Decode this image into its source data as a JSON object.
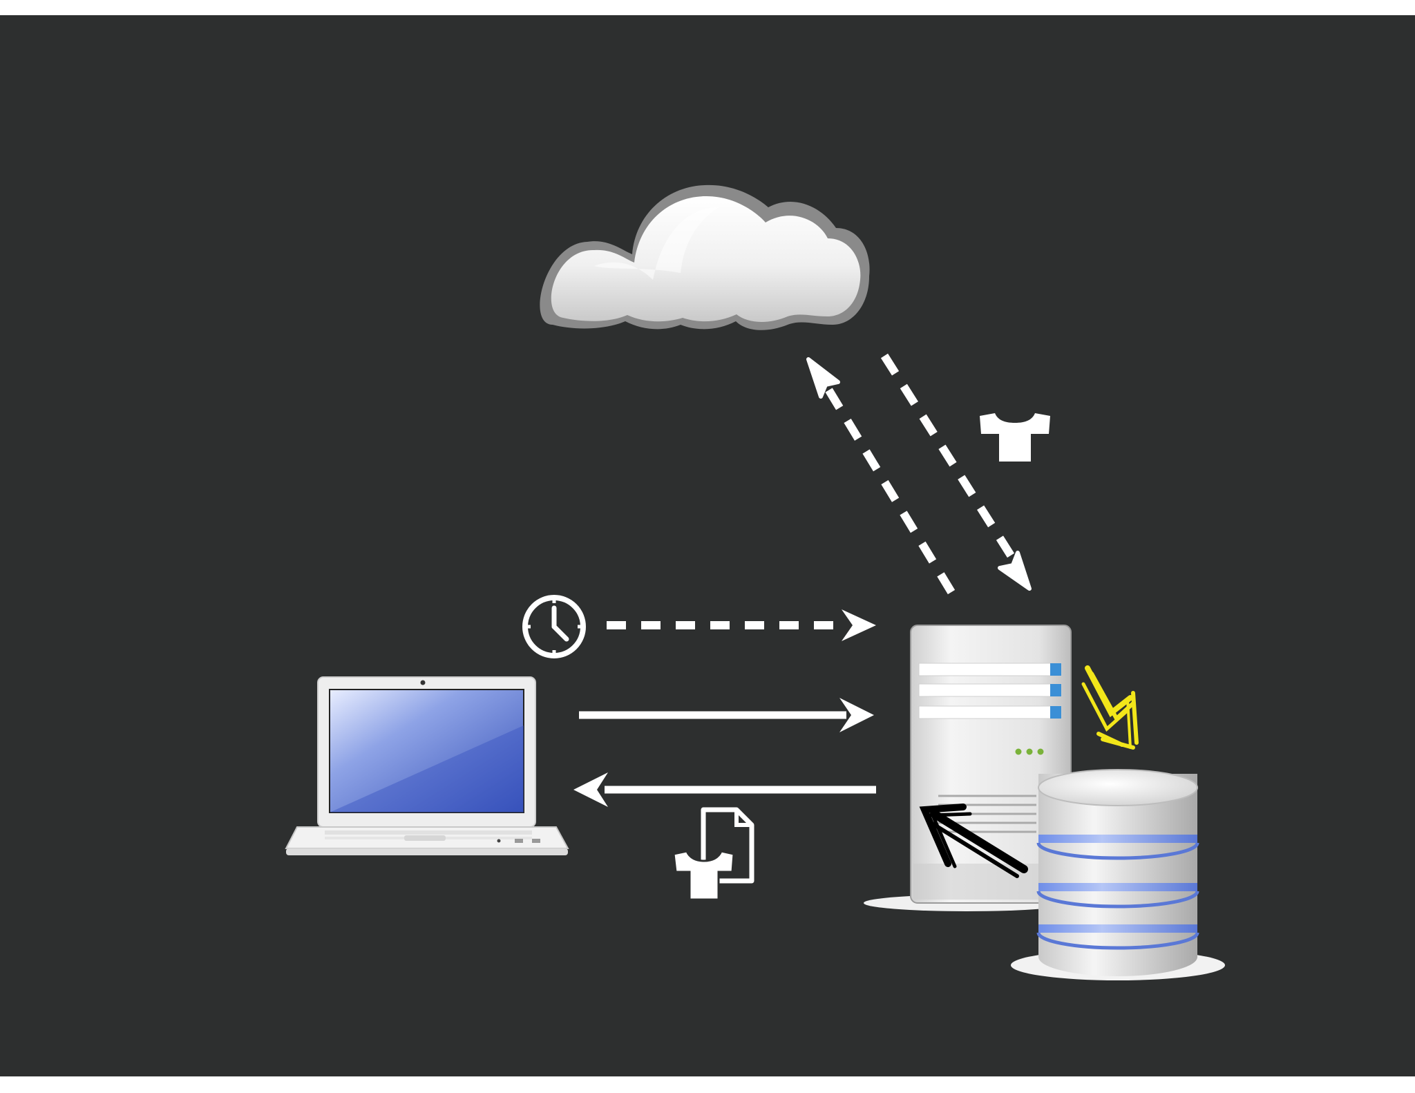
{
  "diagram": {
    "nodes": [
      {
        "id": "cloud",
        "icon": "cloud-icon"
      },
      {
        "id": "laptop",
        "icon": "laptop-icon"
      },
      {
        "id": "server",
        "icon": "server-tower-icon"
      },
      {
        "id": "database",
        "icon": "database-icon"
      }
    ],
    "edges": [
      {
        "from": "laptop",
        "to": "server",
        "style": "dashed",
        "label_icon": "clock-icon"
      },
      {
        "from": "laptop",
        "to": "server",
        "style": "solid"
      },
      {
        "from": "server",
        "to": "laptop",
        "style": "solid",
        "label_icons": [
          "t-shirt-icon",
          "document-icon"
        ]
      },
      {
        "from": "server",
        "to": "cloud",
        "style": "dashed"
      },
      {
        "from": "cloud",
        "to": "server",
        "style": "dashed",
        "label_icon": "t-shirt-icon"
      }
    ],
    "annotations": [
      {
        "icon": "scribble-arrow-icon",
        "color": "#f2e61a",
        "points_to": "database"
      },
      {
        "icon": "scribble-arrow-icon",
        "color": "#000000",
        "points_to": "server"
      }
    ]
  },
  "colors": {
    "background": "#2d2f2f",
    "frame": "#ffffff",
    "arrow": "#ffffff",
    "screen": "#4a64c8",
    "disk_band": "#6f8ee8",
    "highlight_scribble": "#f2e61a"
  }
}
